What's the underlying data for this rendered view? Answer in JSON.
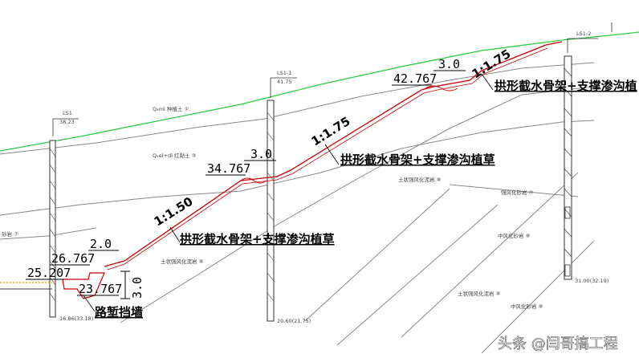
{
  "boreholes": [
    {
      "id": "LS1",
      "elevation": "38.23",
      "top_depth": "",
      "bottom": "16.86(33.18)"
    },
    {
      "id": "LS1-1",
      "elevation": "41.75",
      "top_depth": "",
      "bottom": "20.60(21.75)"
    },
    {
      "id": "LS1-2",
      "elevation": "",
      "top_depth": "",
      "bottom": "31.00(32.19)"
    }
  ],
  "slope_labels": {
    "ratio_1": "1:1.50",
    "ratio_2": "1:1.75",
    "ratio_3": "1:1.75",
    "berm_1": "2.0",
    "berm_2": "3.0",
    "berm_3": "3.0",
    "wall_height": "3.0"
  },
  "elevations": {
    "e1": "25.207",
    "e2": "26.767",
    "e3": "23.767",
    "e4": "34.767",
    "e5": "42.767"
  },
  "protection": {
    "label_1": "拱形截水骨架+支撑渗沟植草",
    "label_2": "拱形截水骨架+支撑渗沟植草",
    "label_3": "拱形截水骨架+支撑渗沟植"
  },
  "retaining_wall": "路堑挡墙",
  "strata": {
    "s1": "Q₄ml 种植土 ①",
    "s2": "Q₄el+dl 红黏土 ③",
    "s3": "土状强风化泥岩 ⑧",
    "s4": "强风化砂岩 ⑦",
    "s5": "中风化砂岩 ⑧",
    "s6": "土状强风化泥岩 ⑧",
    "s7": "中风化砂岩 ⑧",
    "s8": "砂岩 ⑦",
    "s9": "土状强风化泥岩 ⑧"
  },
  "watermark": "头条 @闫哥搞工程",
  "colors": {
    "ground_line": "#2ecc40",
    "slope_line": "#cc0000",
    "structure": "#d04040"
  }
}
